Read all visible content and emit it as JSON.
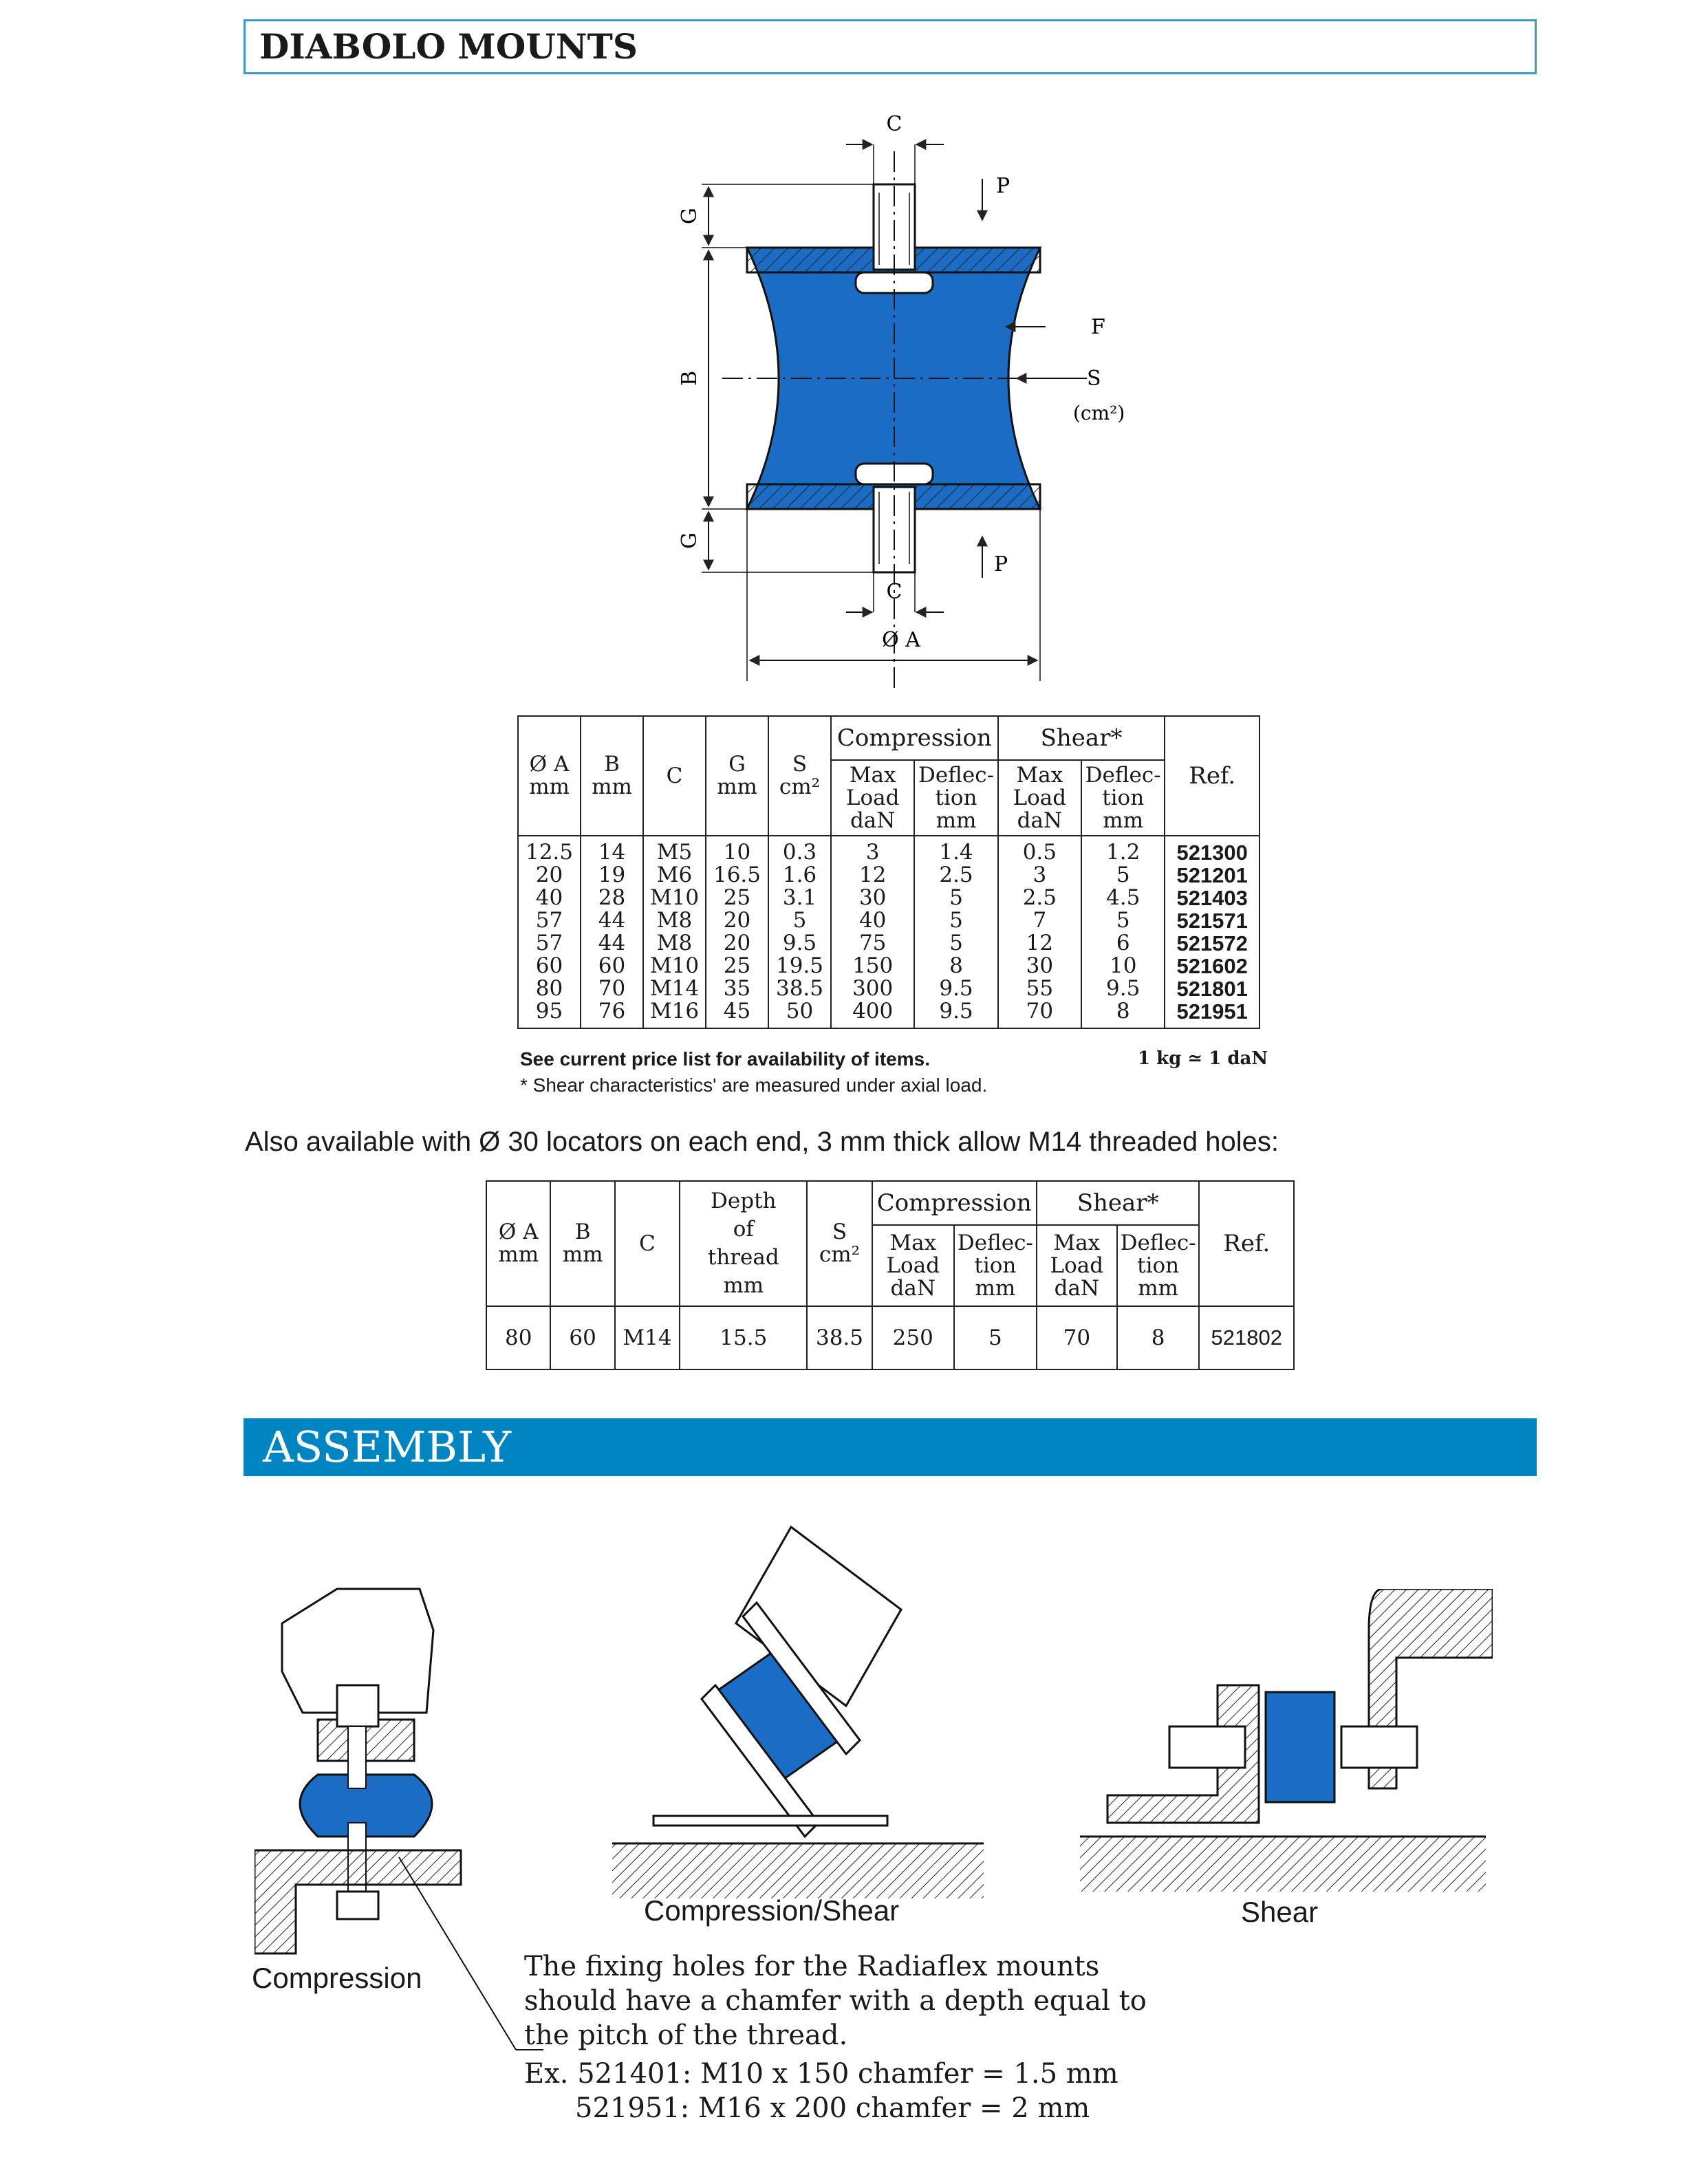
{
  "page_title": "DIABOLO MOUNTS",
  "diagram": {
    "labels": {
      "C_top": "C",
      "C_bottom": "C",
      "P_top": "P",
      "P_bottom": "P",
      "F": "F",
      "S": "S",
      "S_unit": "(cm²)",
      "G_top": "G",
      "G_bottom": "G",
      "B": "B",
      "A": "Ø A"
    },
    "rubber_color": "#1a6cc4"
  },
  "table1": {
    "headers": {
      "a": [
        "Ø A",
        "mm"
      ],
      "b": [
        "B",
        "mm"
      ],
      "c": "C",
      "g": [
        "G",
        "mm"
      ],
      "s": [
        "S",
        "cm²"
      ],
      "compression": "Compression",
      "shear": "Shear*",
      "max_load": [
        "Max",
        "Load",
        "daN"
      ],
      "deflection": [
        "Deflec-",
        "tion",
        "mm"
      ],
      "ref": "Ref."
    },
    "columns": {
      "a": [
        "12.5",
        "20",
        "40",
        "57",
        "57",
        "60",
        "80",
        "95"
      ],
      "b": [
        "14",
        "19",
        "28",
        "44",
        "44",
        "60",
        "70",
        "76"
      ],
      "c": [
        "M5",
        "M6",
        "M10",
        "M8",
        "M8",
        "M10",
        "M14",
        "M16"
      ],
      "g": [
        "10",
        "16.5",
        "25",
        "20",
        "20",
        "25",
        "35",
        "45"
      ],
      "s": [
        "0.3",
        "1.6",
        "3.1",
        "5",
        "9.5",
        "19.5",
        "38.5",
        "50"
      ],
      "comp_load": [
        "3",
        "12",
        "30",
        "40",
        "75",
        "150",
        "300",
        "400"
      ],
      "comp_defl": [
        "1.4",
        "2.5",
        "5",
        "5",
        "5",
        "8",
        "9.5",
        "9.5"
      ],
      "shear_load": [
        "0.5",
        "3",
        "2.5",
        "7",
        "12",
        "30",
        "55",
        "70"
      ],
      "shear_defl": [
        "1.2",
        "5",
        "4.5",
        "5",
        "6",
        "10",
        "9.5",
        "8"
      ],
      "ref": [
        "521300",
        "521201",
        "521403",
        "521571",
        "521572",
        "521602",
        "521801",
        "521951"
      ]
    },
    "note_bold": "See current price list for availability of items.",
    "note_unit": "1 kg ≃ 1 daN",
    "footnote": "* Shear characteristics' are measured under axial load."
  },
  "also_text": "Also available with Ø 30 locators on each end, 3 mm thick allow M14 threaded holes:",
  "table2": {
    "headers": {
      "a": [
        "Ø A",
        "mm"
      ],
      "b": [
        "B",
        "mm"
      ],
      "c": "C",
      "depth": [
        "Depth",
        "of",
        "thread",
        "mm"
      ],
      "s": [
        "S",
        "cm²"
      ],
      "compression": "Compression",
      "shear": "Shear*",
      "max_load": [
        "Max",
        "Load",
        "daN"
      ],
      "deflection": [
        "Deflec-",
        "tion",
        "mm"
      ],
      "ref": "Ref."
    },
    "row": {
      "a": "80",
      "b": "60",
      "c": "M14",
      "depth": "15.5",
      "s": "38.5",
      "comp_load": "250",
      "comp_defl": "5",
      "shear_load": "70",
      "shear_defl": "8",
      "ref": "521802"
    }
  },
  "assembly": {
    "title": "ASSEMBLY",
    "captions": {
      "compression": "Compression",
      "compression_shear": "Compression/Shear",
      "shear": "Shear"
    },
    "note_lines": [
      "The fixing holes for the Radiaflex mounts",
      "should have a chamfer with a depth equal to",
      "the pitch of the thread."
    ],
    "example_lines": [
      "Ex. 521401: M10 x 150 chamfer = 1.5 mm",
      "521951: M16 x 200 chamfer = 2 mm"
    ]
  }
}
